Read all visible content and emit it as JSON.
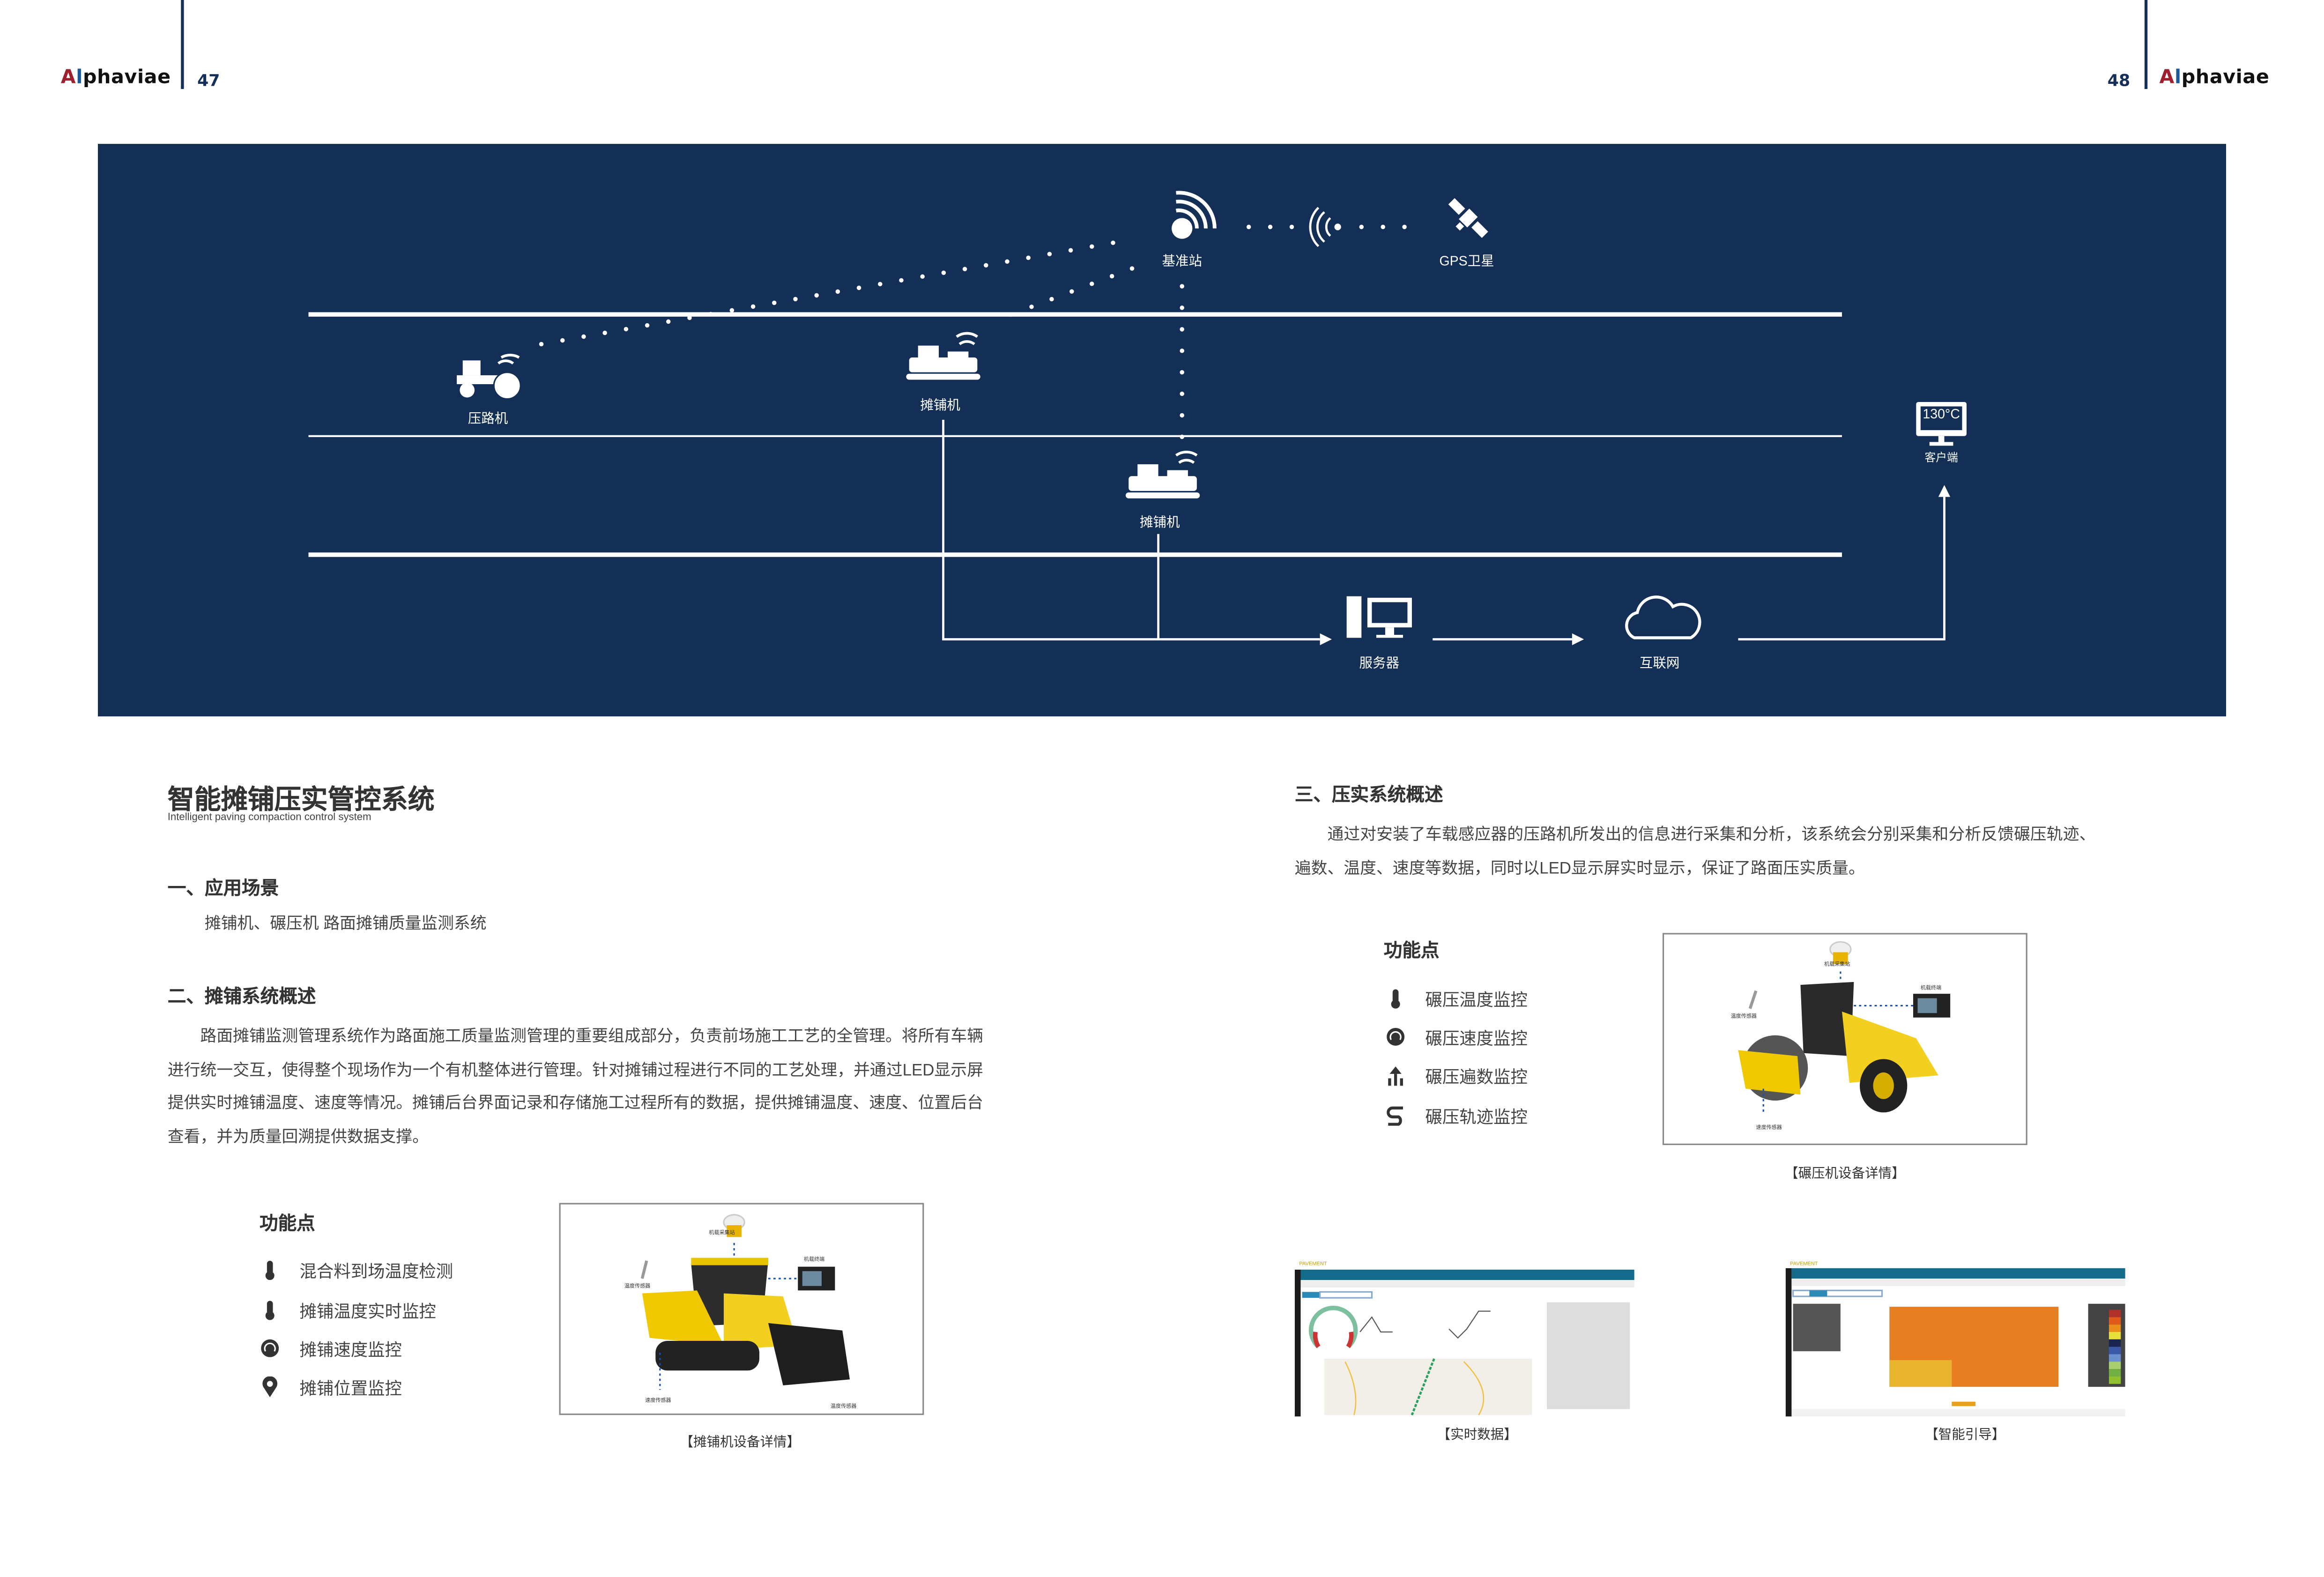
{
  "header": {
    "left": {
      "brand": "Alphaviae",
      "page": "47"
    },
    "right": {
      "brand": "Alphaviae",
      "page": "48"
    },
    "brand_colors": {
      "a": "#9e1f2e",
      "l": "#1a5a9a",
      "rest": "#111111"
    }
  },
  "diagram": {
    "background": "#132f55",
    "base_station": "基准站",
    "gps_satellite": "GPS卫星",
    "roller": "压路机",
    "paver_1": "摊铺机",
    "paver_2": "摊铺机",
    "server": "服务器",
    "internet": "互联网",
    "client": "客户端",
    "client_screen": "130°C"
  },
  "left": {
    "title": "智能摊铺压实管控系统",
    "subtitle": "Intelligent paving compaction control system",
    "section1": {
      "heading": "一、应用场景",
      "text": "摊铺机、碾压机 路面摊铺质量监测系统"
    },
    "section2": {
      "heading": "二、摊铺系统概述",
      "text": "路面摊铺监测管理系统作为路面施工质量监测管理的重要组成部分，负责前场施工工艺的全管理。将所有车辆进行统一交互，使得整个现场作为一个有机整体进行管理。针对摊铺过程进行不同的工艺处理，并通过LED显示屏提供实时摊铺温度、速度等情况。摊铺后台界面记录和存储施工过程所有的数据，提供摊铺温度、速度、位置后台查看，并为质量回溯提供数据支撑。"
    },
    "features": {
      "heading": "功能点",
      "items": [
        {
          "icon": "thermometer-icon",
          "label": "混合料到场温度检测"
        },
        {
          "icon": "thermometer-icon",
          "label": "摊铺温度实时监控"
        },
        {
          "icon": "speedometer-icon",
          "label": "摊铺速度监控"
        },
        {
          "icon": "location-pin-icon",
          "label": "摊铺位置监控"
        }
      ]
    },
    "image": {
      "labels": {
        "station": "机载采集站",
        "terminal": "机载终端",
        "temp1": "温度传感器",
        "speed": "速度传感器",
        "temp2": "温度传感器"
      },
      "caption": "【摊铺机设备详情】"
    }
  },
  "right": {
    "section3": {
      "heading": "三、压实系统概述",
      "text": "通过对安装了车载感应器的压路机所发出的信息进行采集和分析，该系统会分别采集和分析反馈碾压轨迹、遍数、温度、速度等数据，同时以LED显示屏实时显示，保证了路面压实质量。"
    },
    "features": {
      "heading": "功能点",
      "items": [
        {
          "icon": "thermometer-icon",
          "label": "碾压温度监控"
        },
        {
          "icon": "speedometer-icon",
          "label": "碾压速度监控"
        },
        {
          "icon": "pass-count-icon",
          "label": "碾压遍数监控"
        },
        {
          "icon": "track-icon",
          "label": "碾压轨迹监控"
        }
      ]
    },
    "image": {
      "labels": {
        "station": "机载采集站",
        "terminal": "机载终端",
        "temp": "温度传感器",
        "speed": "速度传感器"
      },
      "caption": "【碾压机设备详情】"
    },
    "screens": [
      {
        "app": "PAVEMENT",
        "caption": "【实时数据】"
      },
      {
        "app": "PAVEMENT",
        "caption": "【智能引导】"
      }
    ]
  }
}
